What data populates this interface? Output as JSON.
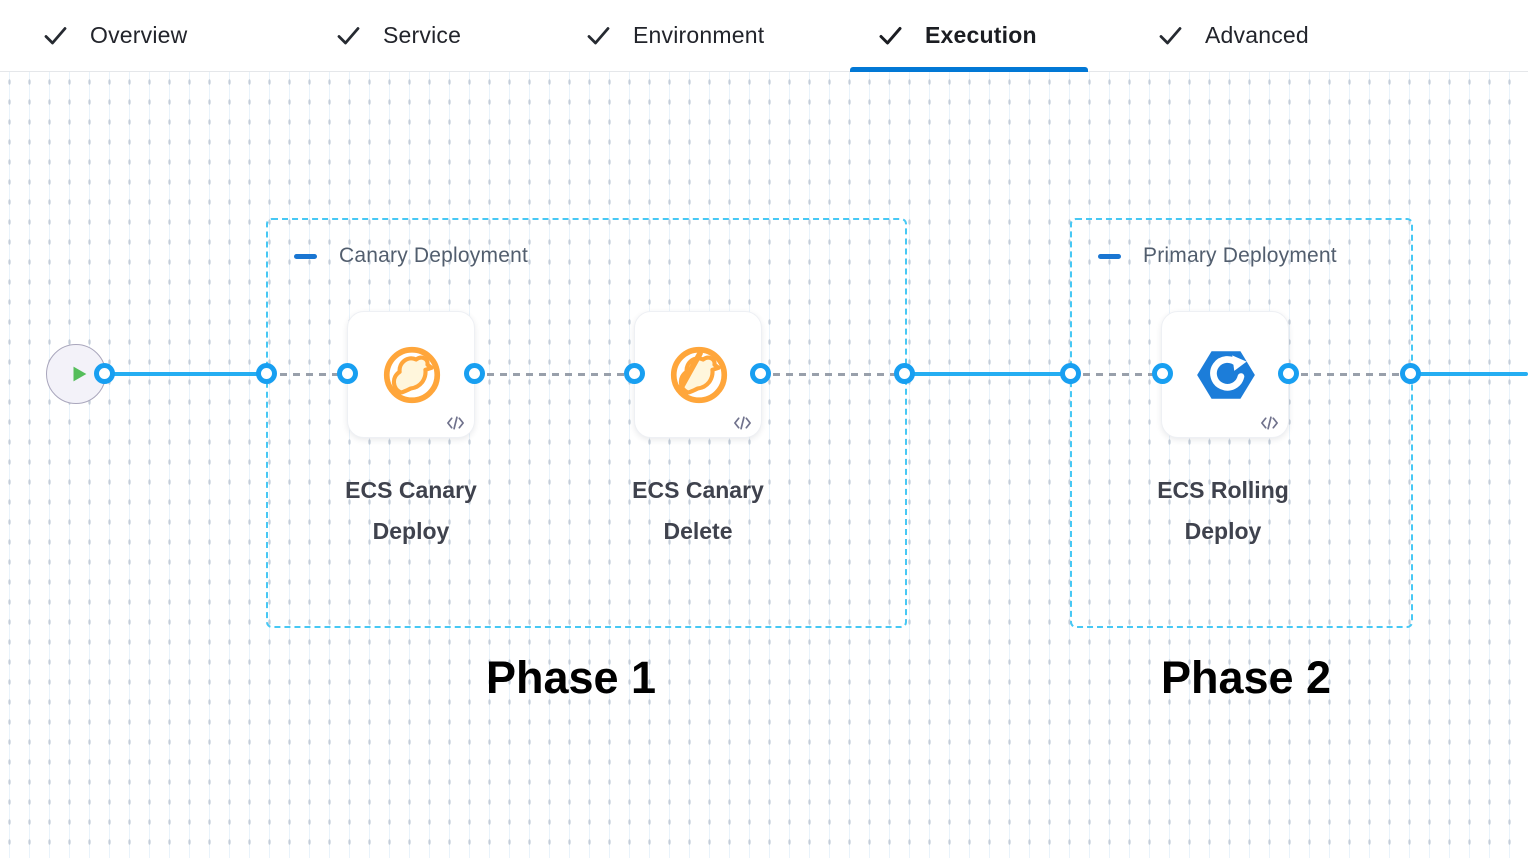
{
  "tab_bar": {
    "active_tab": "Execution",
    "tabs": [
      {
        "label": "Overview",
        "state": "completed",
        "icon": "check-icon"
      },
      {
        "label": "Service",
        "state": "completed",
        "icon": "check-icon"
      },
      {
        "label": "Environment",
        "state": "completed",
        "icon": "check-icon"
      },
      {
        "label": "Execution",
        "state": "active",
        "icon": "check-icon"
      },
      {
        "label": "Advanced",
        "state": "completed",
        "icon": "check-icon"
      }
    ]
  },
  "canvas": {
    "start_node": {
      "icon": "play-icon"
    },
    "groups": [
      {
        "title": "Canary Deployment",
        "collapse_icon": "minus-icon",
        "phase_label": "Phase 1",
        "steps": [
          {
            "title": "ECS Canary Deploy",
            "lines": [
              "ECS Canary",
              "Deploy"
            ],
            "icon": "canary-bird-icon",
            "badge_icon": "code-icon"
          },
          {
            "title": "ECS Canary Delete",
            "lines": [
              "ECS Canary",
              "Delete"
            ],
            "icon": "canary-bird-slash-icon",
            "badge_icon": "code-icon"
          }
        ]
      },
      {
        "title": "Primary Deployment",
        "collapse_icon": "minus-icon",
        "phase_label": "Phase 2",
        "steps": [
          {
            "title": "ECS Rolling Deploy",
            "lines": [
              "ECS Rolling",
              "Deploy"
            ],
            "icon": "ecs-rolling-icon",
            "badge_icon": "code-icon"
          }
        ]
      }
    ]
  },
  "colors": {
    "accent_blue": "#0278D5",
    "flow_line_blue": "#25AEF2",
    "connector_ring_blue": "#189FF1",
    "group_border_cyan": "#47C8F4",
    "dashed_connector_gray": "#99A0AB",
    "canary_orange": "#FFA63B",
    "ecs_blue": "#1C7DD9",
    "play_green": "#55BE5B",
    "tab_text": "#22242B",
    "step_title_text": "#3F424D",
    "group_title_text": "#525E6E"
  }
}
